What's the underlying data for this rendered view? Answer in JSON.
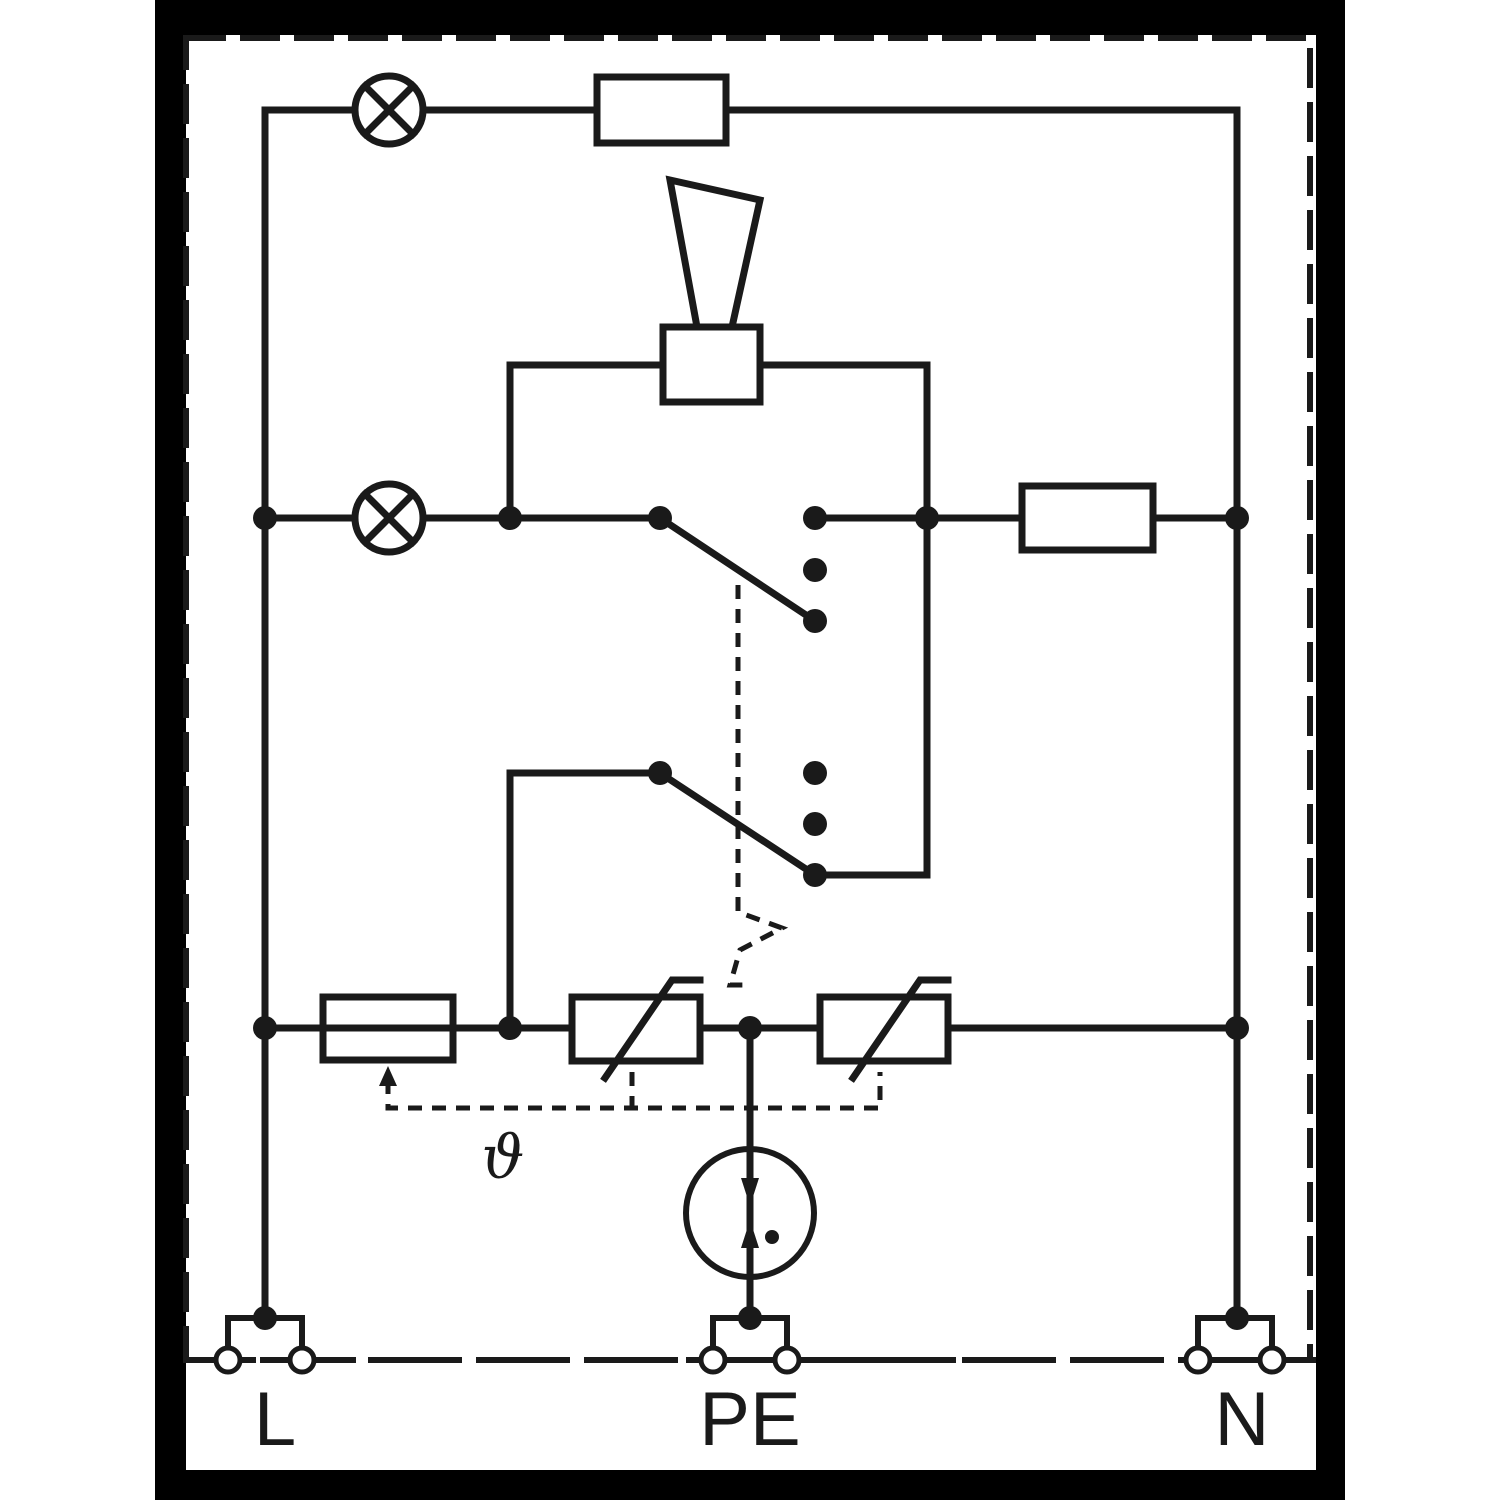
{
  "terminals": {
    "line": "L",
    "protective_earth": "PE",
    "neutral": "N"
  },
  "thermal_symbol": "ϑ"
}
